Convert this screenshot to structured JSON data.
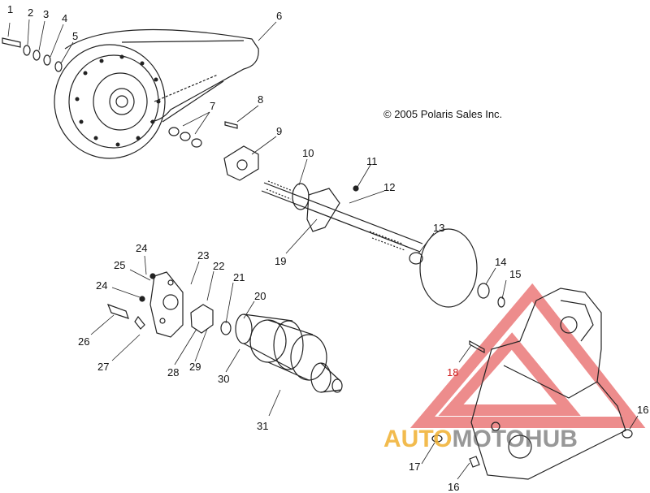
{
  "copyright": "© 2005 Polaris Sales Inc.",
  "watermark": {
    "part1": "AUTO",
    "part2": "MOTO",
    "part3": "HUB"
  },
  "callouts": {
    "n1": "1",
    "n2": "2",
    "n3": "3",
    "n4": "4",
    "n5": "5",
    "n6": "6",
    "n7": "7",
    "n8": "8",
    "n9": "9",
    "n10": "10",
    "n11": "11",
    "n12": "12",
    "n13": "13",
    "n14": "14",
    "n15": "15",
    "n16a": "16",
    "n16b": "16",
    "n17": "17",
    "n18": "18",
    "n19": "19",
    "n20": "20",
    "n21": "21",
    "n22": "22",
    "n23": "23",
    "n24a": "24",
    "n24b": "24",
    "n25": "25",
    "n26": "26",
    "n27": "27",
    "n28": "28",
    "n29": "29",
    "n30": "30",
    "n31": "31"
  },
  "colors": {
    "line": "#222222",
    "watermark_red": "#e03030",
    "watermark_gold": "#f0b030"
  }
}
